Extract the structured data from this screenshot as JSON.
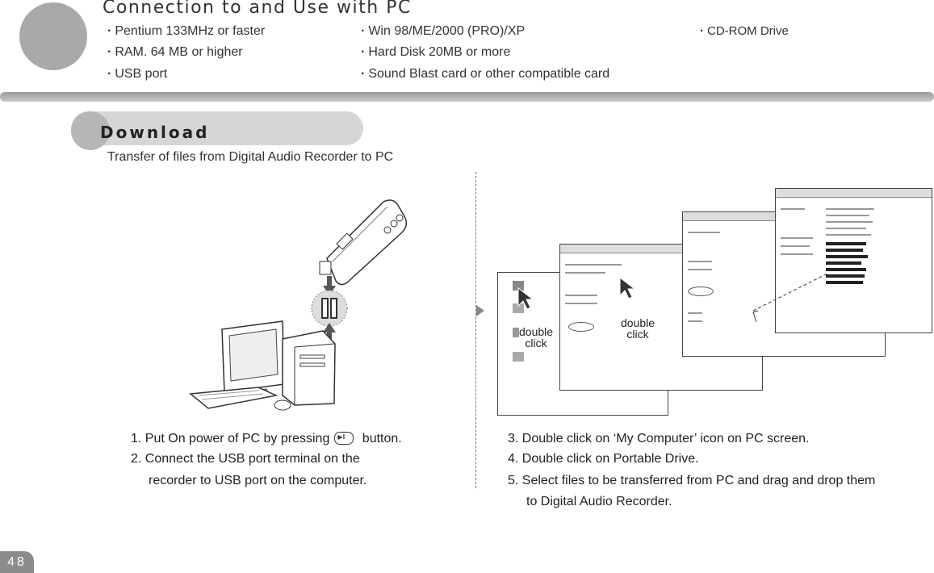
{
  "header": {
    "title": "Connection to and Use with PC",
    "requirements": [
      "Pentium 133MHz or faster",
      "Win 98/ME/2000 (PRO)/XP",
      "CD-ROM Drive",
      "RAM. 64 MB or higher",
      "Hard Disk 20MB or more",
      "USB port",
      "Sound Blast card or other compatible card"
    ]
  },
  "section": {
    "title": "Download",
    "subtitle": "Transfer of files from Digital Audio Recorder to PC"
  },
  "illustration": {
    "double_click_label_line1": "double",
    "double_click_label_line2": "click"
  },
  "steps_left": {
    "step1_before": "1. Put On power of PC by pressing",
    "step1_after": "button.",
    "step2_line1": "2. Connect the USB port terminal on the",
    "step2_line2": "recorder to USB port on the computer."
  },
  "steps_right": {
    "step3": "3. Double click on  ‘My Computer’ icon on PC screen.",
    "step4": "4. Double click on Portable Drive.",
    "step5_line1": "5. Select files to be transferred from PC and drag and drop them",
    "step5_line2": "to Digital Audio Recorder."
  },
  "page_number": "48"
}
